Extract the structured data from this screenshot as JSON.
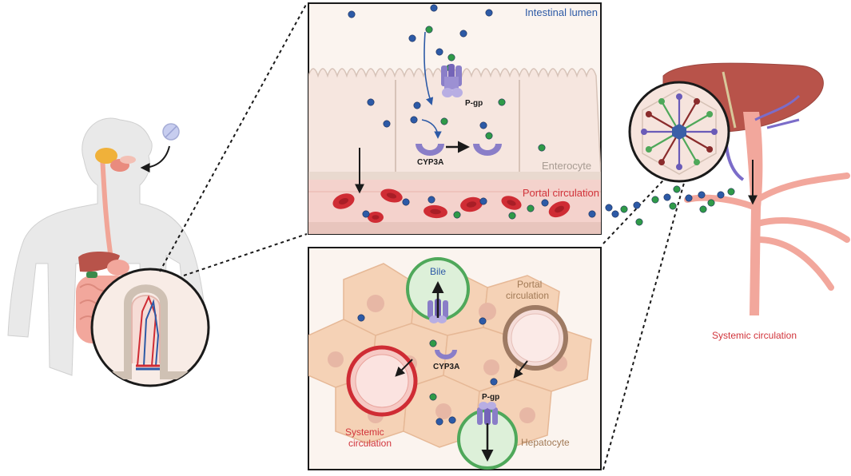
{
  "labels": {
    "intestinal_lumen": "Intestinal lumen",
    "pgp_top": "P-gp",
    "cyp3a_top": "CYP3A",
    "enterocyte": "Enterocyte",
    "portal_circulation_top": "Portal circulation",
    "bile": "Bile",
    "portal_circulation_liver": "Portal\ncirculation",
    "cyp3a_liver": "CYP3A",
    "pgp_liver": "P-gp",
    "systemic_circulation_liver": "Systemic\ncirculation",
    "hepatocyte": "Hepatocyte",
    "systemic_circulation_right": "Systemic circulation"
  },
  "colors": {
    "drug_blue": "#2d5aa6",
    "metabolite_green": "#2f9a48",
    "lumen_text": "#2d5aa6",
    "blood_text": "#d1343b",
    "hepatocyte_text": "#a27a56",
    "enterocyte_text": "#a89c93",
    "protein": "#8a7ec8",
    "rbc": "#cf2c34",
    "liver": "#b8534a",
    "vessel": "#f2a79c",
    "bile_ring": "#4fa85a"
  },
  "icons": [
    "pill-icon",
    "human-body-icon",
    "liver-icon",
    "pgp-transporter-icon",
    "cyp3a-enzyme-icon",
    "red-blood-cell-icon",
    "hepatic-lobule-icon"
  ]
}
